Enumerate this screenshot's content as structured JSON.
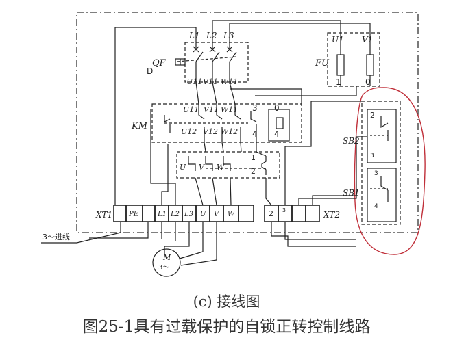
{
  "captions": {
    "view": "(c) 接线图",
    "figure": "图25-1具有过载保护的自锁正转控制线路"
  },
  "labels": {
    "qf": "QF",
    "qf_d": "D",
    "km": "KM",
    "fu": "FU",
    "sb2": "SB2",
    "sb1": "SB1",
    "xt1": "XT1",
    "xt2": "XT2",
    "supply": "3～进线",
    "motor_m": "M",
    "motor_phase": "3～",
    "l1": "L1",
    "l2": "L2",
    "l3": "L3",
    "u11": "U11",
    "v11": "V11",
    "w11": "W11",
    "u12": "U12",
    "v12": "V12",
    "w12": "W12",
    "u1": "U1",
    "v1": "V1",
    "fr_u": "U",
    "fr_v": "V",
    "fr_w": "W",
    "n0": "0",
    "n1": "1",
    "n2": "2",
    "n3": "3",
    "n4": "4",
    "fr1": "1",
    "fr2": "2",
    "km0": "0",
    "km3": "3",
    "km4": "4",
    "sb2_2": "2",
    "sb2_3": "3",
    "sb1_3": "3",
    "sb1_4": "4",
    "t_pe": "PE",
    "t_l1": "L1",
    "t_l2": "L2",
    "t_l3": "L3",
    "t_u": "U",
    "t_v": "V",
    "t_w": "W",
    "t2_2": "2",
    "t2_3": "3"
  },
  "colors": {
    "line": "#222222",
    "dash": "#333333",
    "annotation": "#c0303a"
  }
}
